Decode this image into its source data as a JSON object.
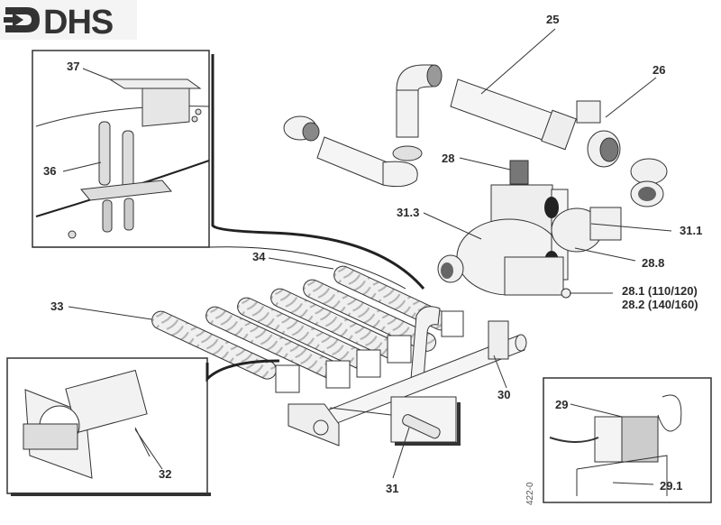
{
  "brand": {
    "name": "DHS",
    "logo_icon": "arrow-right-icon"
  },
  "diagram": {
    "title": "Exploded view: gas valve, burner and ignition assembly",
    "figure_code": "422-0",
    "callouts": [
      {
        "id": "25",
        "text": "25",
        "part": "gas-supply-pipe"
      },
      {
        "id": "26",
        "text": "26",
        "part": "gas-cock"
      },
      {
        "id": "28",
        "text": "28",
        "part": "gas-valve-coil"
      },
      {
        "id": "31.3",
        "text": "31.3",
        "part": "gas-valve-inlet-body"
      },
      {
        "id": "31.1",
        "text": "31.1",
        "part": "outlet-union-nut"
      },
      {
        "id": "28.8",
        "text": "28.8",
        "part": "valve-fixing-screw"
      },
      {
        "id": "28.1",
        "text": "28.1 (110/120)",
        "part": "gas-valve-110-120"
      },
      {
        "id": "28.2",
        "text": "28.2 (140/160)",
        "part": "gas-valve-140-160"
      },
      {
        "id": "37",
        "text": "37",
        "part": "electrode-bracket"
      },
      {
        "id": "36",
        "text": "36",
        "part": "ignition-electrode"
      },
      {
        "id": "34",
        "text": "34",
        "part": "burner-bar"
      },
      {
        "id": "33",
        "text": "33",
        "part": "burner-bar-end"
      },
      {
        "id": "30",
        "text": "30",
        "part": "gas-manifold"
      },
      {
        "id": "31",
        "text": "31",
        "part": "injector"
      },
      {
        "id": "32",
        "text": "32",
        "part": "pilot-burner"
      },
      {
        "id": "29",
        "text": "29",
        "part": "thermostat-sensor"
      },
      {
        "id": "29.1",
        "text": "29.1",
        "part": "sensor-bracket"
      }
    ],
    "insets": [
      {
        "name": "electrode-inset",
        "callouts": [
          "37",
          "36"
        ]
      },
      {
        "name": "pilot-inset",
        "callouts": [
          "32"
        ]
      },
      {
        "name": "injector-inset",
        "callouts": [
          "31"
        ]
      },
      {
        "name": "sensor-inset",
        "callouts": [
          "29",
          "29.1"
        ]
      }
    ]
  }
}
